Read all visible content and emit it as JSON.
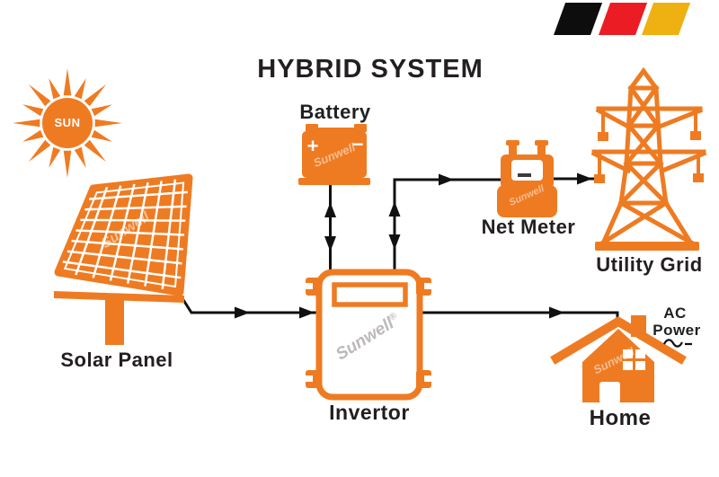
{
  "title": "HYBRID SYSTEM",
  "brand": {
    "watermark": "Sunwell",
    "registered_mark": "®"
  },
  "colors": {
    "accent": "#ee7b22",
    "line": "#111111",
    "label": "#231f20",
    "flag_black": "#0d0d0d",
    "flag_red": "#ec1c24",
    "flag_yellow": "#eeb111",
    "watermark_gray": "#bdb9b9",
    "meter_dash": "#3c3c3c"
  },
  "nodes": {
    "sun": {
      "label": "SUN"
    },
    "solar_panel": {
      "label": "Solar Panel"
    },
    "battery": {
      "label": "Battery",
      "plus_terminal": "+",
      "minus_terminal": "−"
    },
    "invertor": {
      "label": "Invertor"
    },
    "net_meter": {
      "label": "Net Meter"
    },
    "utility_grid": {
      "label": "Utility Grid"
    },
    "home": {
      "label": "Home"
    },
    "ac_power": {
      "line1": "AC",
      "line2": "Power"
    }
  },
  "connections": [
    {
      "from": "solar-panel",
      "to": "invertor",
      "direction": "one-way"
    },
    {
      "from": "battery",
      "to": "invertor",
      "direction": "two-way"
    },
    {
      "from": "invertor",
      "to": "net-meter",
      "direction": "two-way"
    },
    {
      "from": "net-meter",
      "to": "utility-grid",
      "direction": "one-way"
    },
    {
      "from": "invertor",
      "to": "home",
      "direction": "one-way"
    }
  ]
}
